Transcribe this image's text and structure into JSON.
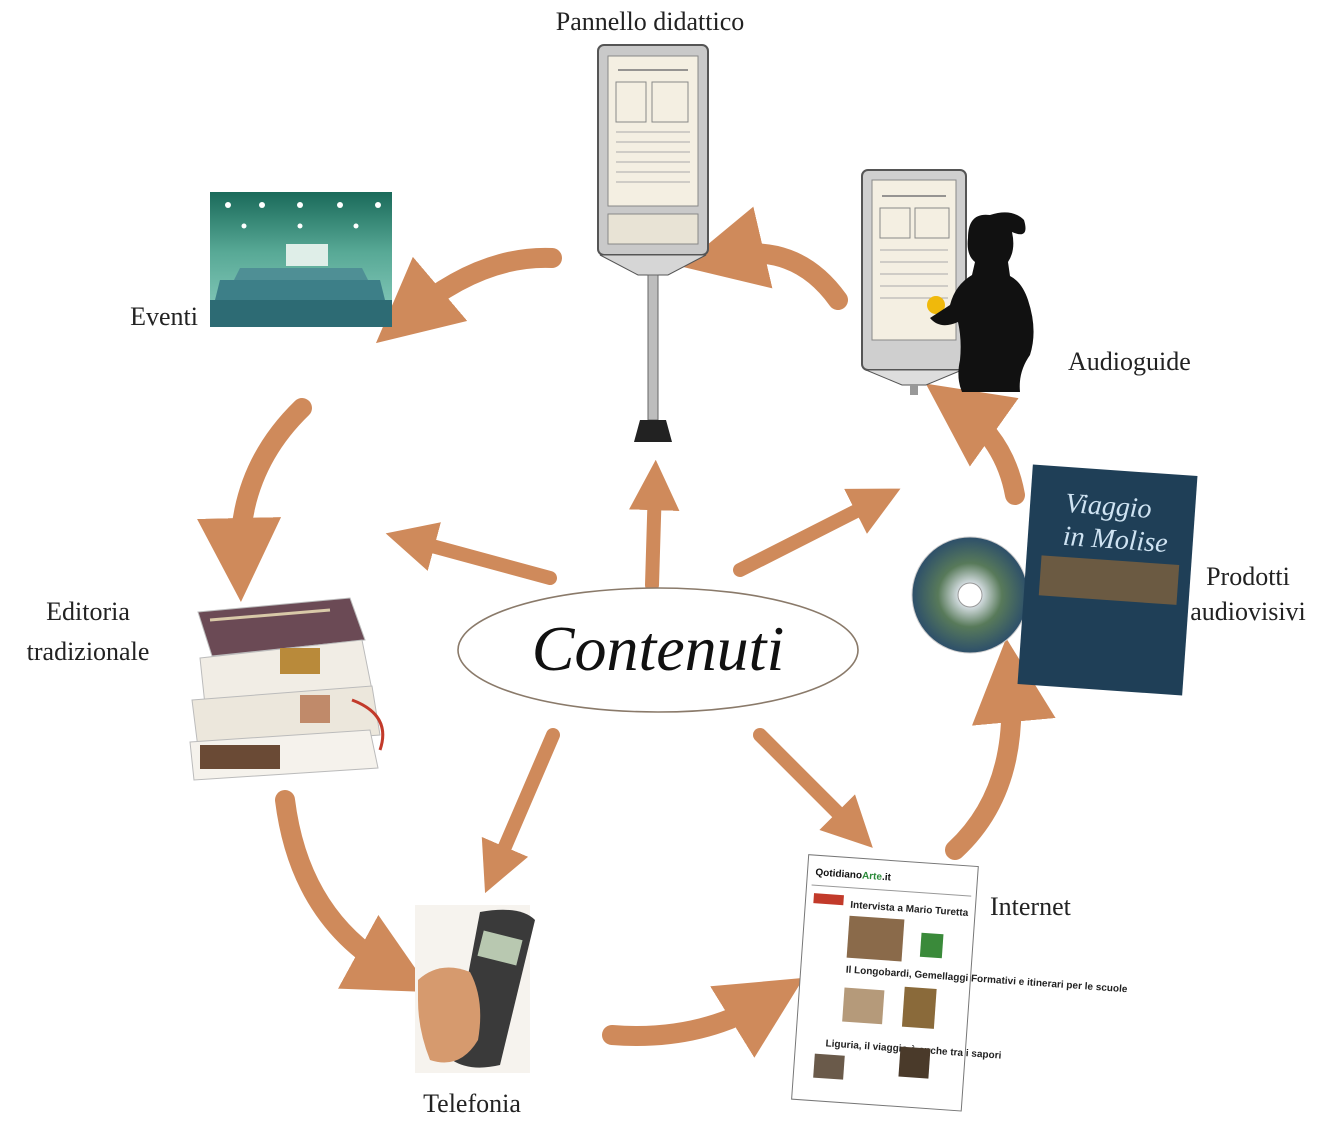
{
  "center": {
    "label": "Contenuti"
  },
  "nodes": {
    "pannello": {
      "label": "Pannello didattico"
    },
    "audioguide": {
      "label": "Audioguide"
    },
    "eventi": {
      "label": "Eventi"
    },
    "editoria": {
      "label_line1": "Editoria",
      "label_line2": "tradizionale"
    },
    "prodotti": {
      "label_line1": "Prodotti",
      "label_line2": "audiovisivi"
    },
    "internet": {
      "label": "Internet"
    },
    "telefonia": {
      "label": "Telefonia"
    }
  },
  "cover": {
    "title_line1": "Viaggio",
    "title_line2": "in Molise"
  },
  "website": {
    "brand_part1": "Q",
    "brand_part2": "otidiano",
    "brand_part3": "Arte",
    "brand_part4": ".it",
    "headline1": "Intervista a Mario Turetta",
    "headline2": "Il Longobardi, Gemellaggi Formativi e itinerari per le scuole",
    "headline3": "Liguria, il viaggio è anche tra i sapori"
  },
  "colors": {
    "arrow": "#cf8a5b",
    "arrow_dark": "#b8703f",
    "cover_bg": "#1f3f57"
  }
}
